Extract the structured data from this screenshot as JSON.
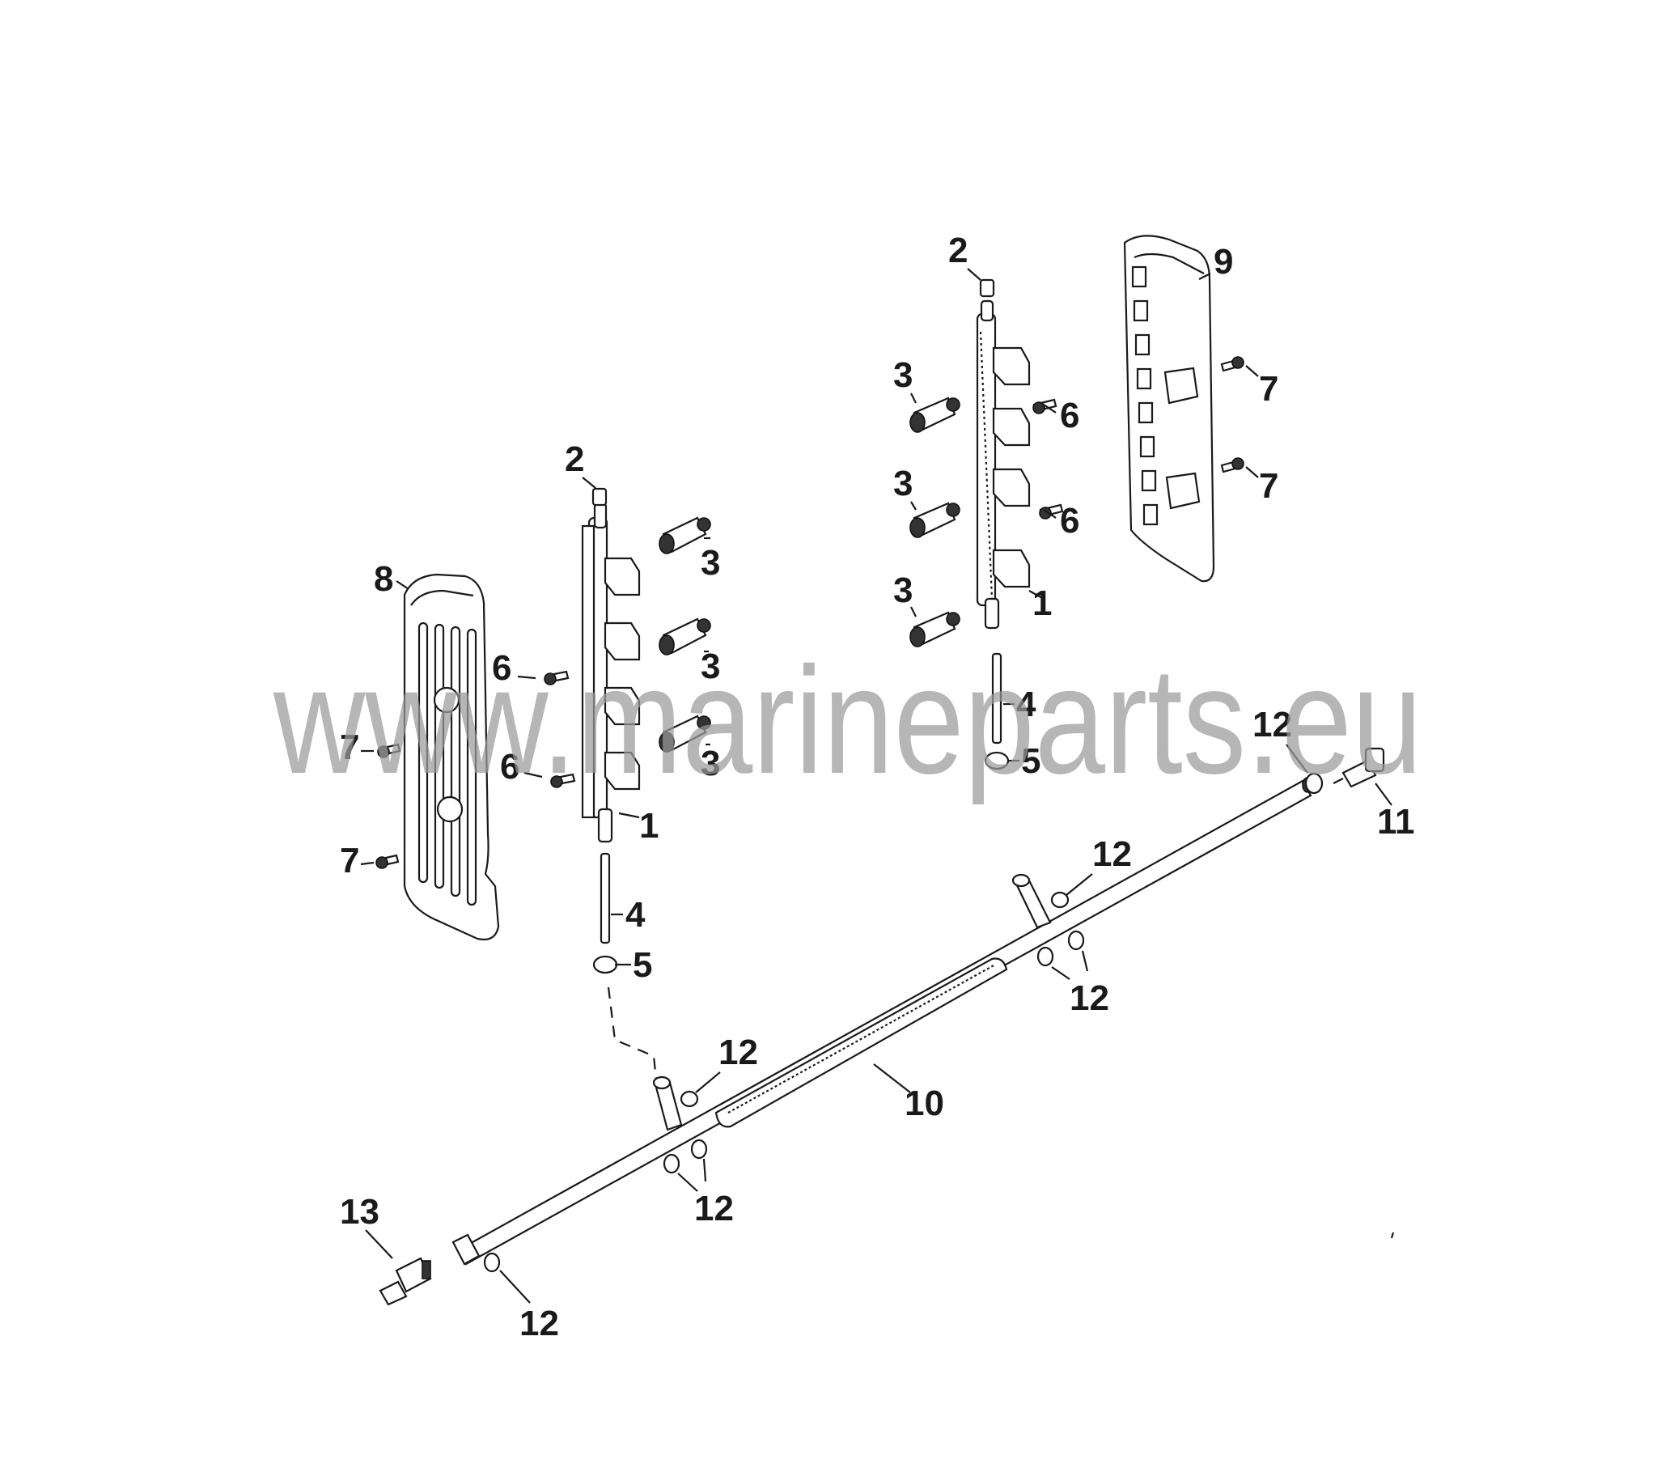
{
  "watermark": "www.marineparts.eu",
  "callouts": [
    {
      "id": "c1a",
      "label": "1"
    },
    {
      "id": "c1b",
      "label": "1"
    },
    {
      "id": "c2a",
      "label": "2"
    },
    {
      "id": "c2b",
      "label": "2"
    },
    {
      "id": "c3a",
      "label": "3"
    },
    {
      "id": "c3b",
      "label": "3"
    },
    {
      "id": "c3c",
      "label": "3"
    },
    {
      "id": "c3d",
      "label": "3"
    },
    {
      "id": "c3e",
      "label": "3"
    },
    {
      "id": "c3f",
      "label": "3"
    },
    {
      "id": "c4a",
      "label": "4"
    },
    {
      "id": "c4b",
      "label": "4"
    },
    {
      "id": "c5a",
      "label": "5"
    },
    {
      "id": "c5b",
      "label": "5"
    },
    {
      "id": "c6a",
      "label": "6"
    },
    {
      "id": "c6b",
      "label": "6"
    },
    {
      "id": "c6c",
      "label": "6"
    },
    {
      "id": "c6d",
      "label": "6"
    },
    {
      "id": "c7a",
      "label": "7"
    },
    {
      "id": "c7b",
      "label": "7"
    },
    {
      "id": "c7c",
      "label": "7"
    },
    {
      "id": "c7d",
      "label": "7"
    },
    {
      "id": "c8",
      "label": "8"
    },
    {
      "id": "c9",
      "label": "9"
    },
    {
      "id": "c10",
      "label": "10"
    },
    {
      "id": "c11",
      "label": "11"
    },
    {
      "id": "c12a",
      "label": "12"
    },
    {
      "id": "c12b",
      "label": "12"
    },
    {
      "id": "c12c",
      "label": "12"
    },
    {
      "id": "c12d",
      "label": "12"
    },
    {
      "id": "c12e",
      "label": "12"
    },
    {
      "id": "c12f",
      "label": "12"
    },
    {
      "id": "c13",
      "label": "13"
    }
  ]
}
